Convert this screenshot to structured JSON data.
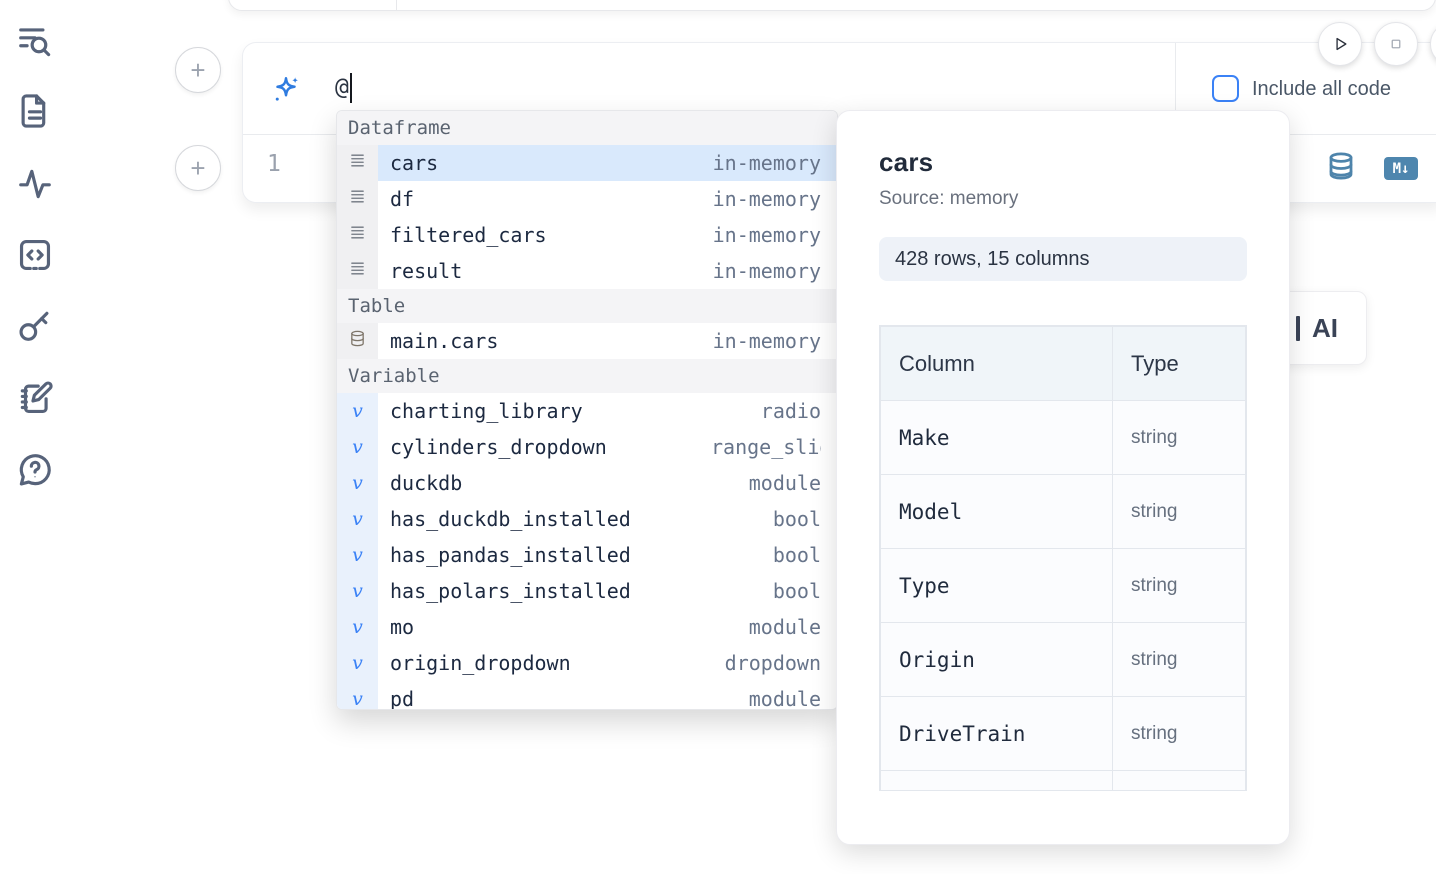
{
  "sidebar": {
    "icons": [
      "list-search",
      "file-text",
      "activity",
      "code-snippets",
      "key",
      "notebook-pen",
      "help-chat"
    ]
  },
  "glyphs": {
    "plus": "+",
    "markdown_badge": "M↓",
    "variable_glyph": "v"
  },
  "ai_cell": {
    "input_value": "@",
    "include_all_code_label": "Include all code",
    "line_number": "1"
  },
  "ai_button": {
    "label": "AI"
  },
  "autocomplete": {
    "sections": [
      {
        "label": "Dataframe",
        "items": [
          {
            "name": "cars",
            "type": "in-memory"
          },
          {
            "name": "df",
            "type": "in-memory"
          },
          {
            "name": "filtered_cars",
            "type": "in-memory"
          },
          {
            "name": "result",
            "type": "in-memory"
          }
        ]
      },
      {
        "label": "Table",
        "items": [
          {
            "name": "main.cars",
            "type": "in-memory"
          }
        ]
      },
      {
        "label": "Variable",
        "items": [
          {
            "name": "charting_library",
            "type": "radio"
          },
          {
            "name": "cylinders_dropdown",
            "type": "range_slider"
          },
          {
            "name": "duckdb",
            "type": "module"
          },
          {
            "name": "has_duckdb_installed",
            "type": "bool"
          },
          {
            "name": "has_pandas_installed",
            "type": "bool"
          },
          {
            "name": "has_polars_installed",
            "type": "bool"
          },
          {
            "name": "mo",
            "type": "module"
          },
          {
            "name": "origin_dropdown",
            "type": "dropdown"
          },
          {
            "name": "pd",
            "type": "module"
          }
        ]
      }
    ]
  },
  "preview": {
    "title": "cars",
    "source": "Source: memory",
    "shape": "428 rows, 15 columns",
    "table": {
      "headers": [
        "Column",
        "Type"
      ],
      "rows": [
        [
          "Make",
          "string"
        ],
        [
          "Model",
          "string"
        ],
        [
          "Type",
          "string"
        ],
        [
          "Origin",
          "string"
        ],
        [
          "DriveTrain",
          "string"
        ]
      ]
    }
  },
  "colors": {
    "accent_blue": "#3b82f6",
    "steel_blue_icon": "#4e84ab",
    "selected_row_bg": "#d9e9fc",
    "section_header_bg": "#f4f4f6"
  }
}
